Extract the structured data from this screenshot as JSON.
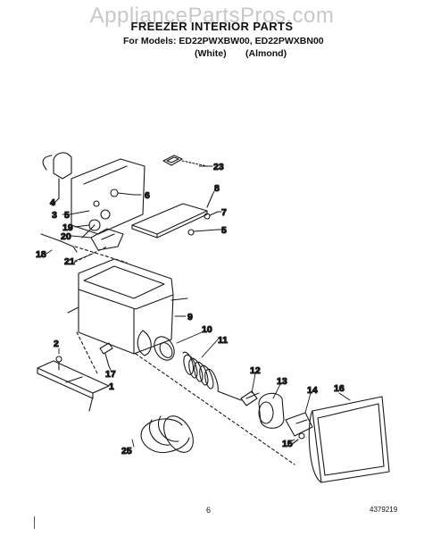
{
  "watermark": "AppliancePartsPros.com",
  "title": "FREEZER INTERIOR PARTS",
  "models_line": "For Models: ED22PWXBW00, ED22PWXBN00",
  "variant_white": "(White)",
  "variant_almond": "(Almond)",
  "callouts": {
    "c1": "1",
    "c2": "2",
    "c3": "3",
    "c4": "4",
    "c5a": "5",
    "c5b": "5",
    "c6": "6",
    "c7": "7",
    "c8": "8",
    "c9": "9",
    "c10": "10",
    "c11": "11",
    "c12": "12",
    "c13": "13",
    "c14": "14",
    "c15": "15",
    "c16": "16",
    "c17": "17",
    "c18": "18",
    "c19": "19",
    "c20": "20",
    "c21": "21",
    "c23": "23",
    "c25": "25"
  },
  "page_number": "6",
  "document_number": "4379219"
}
